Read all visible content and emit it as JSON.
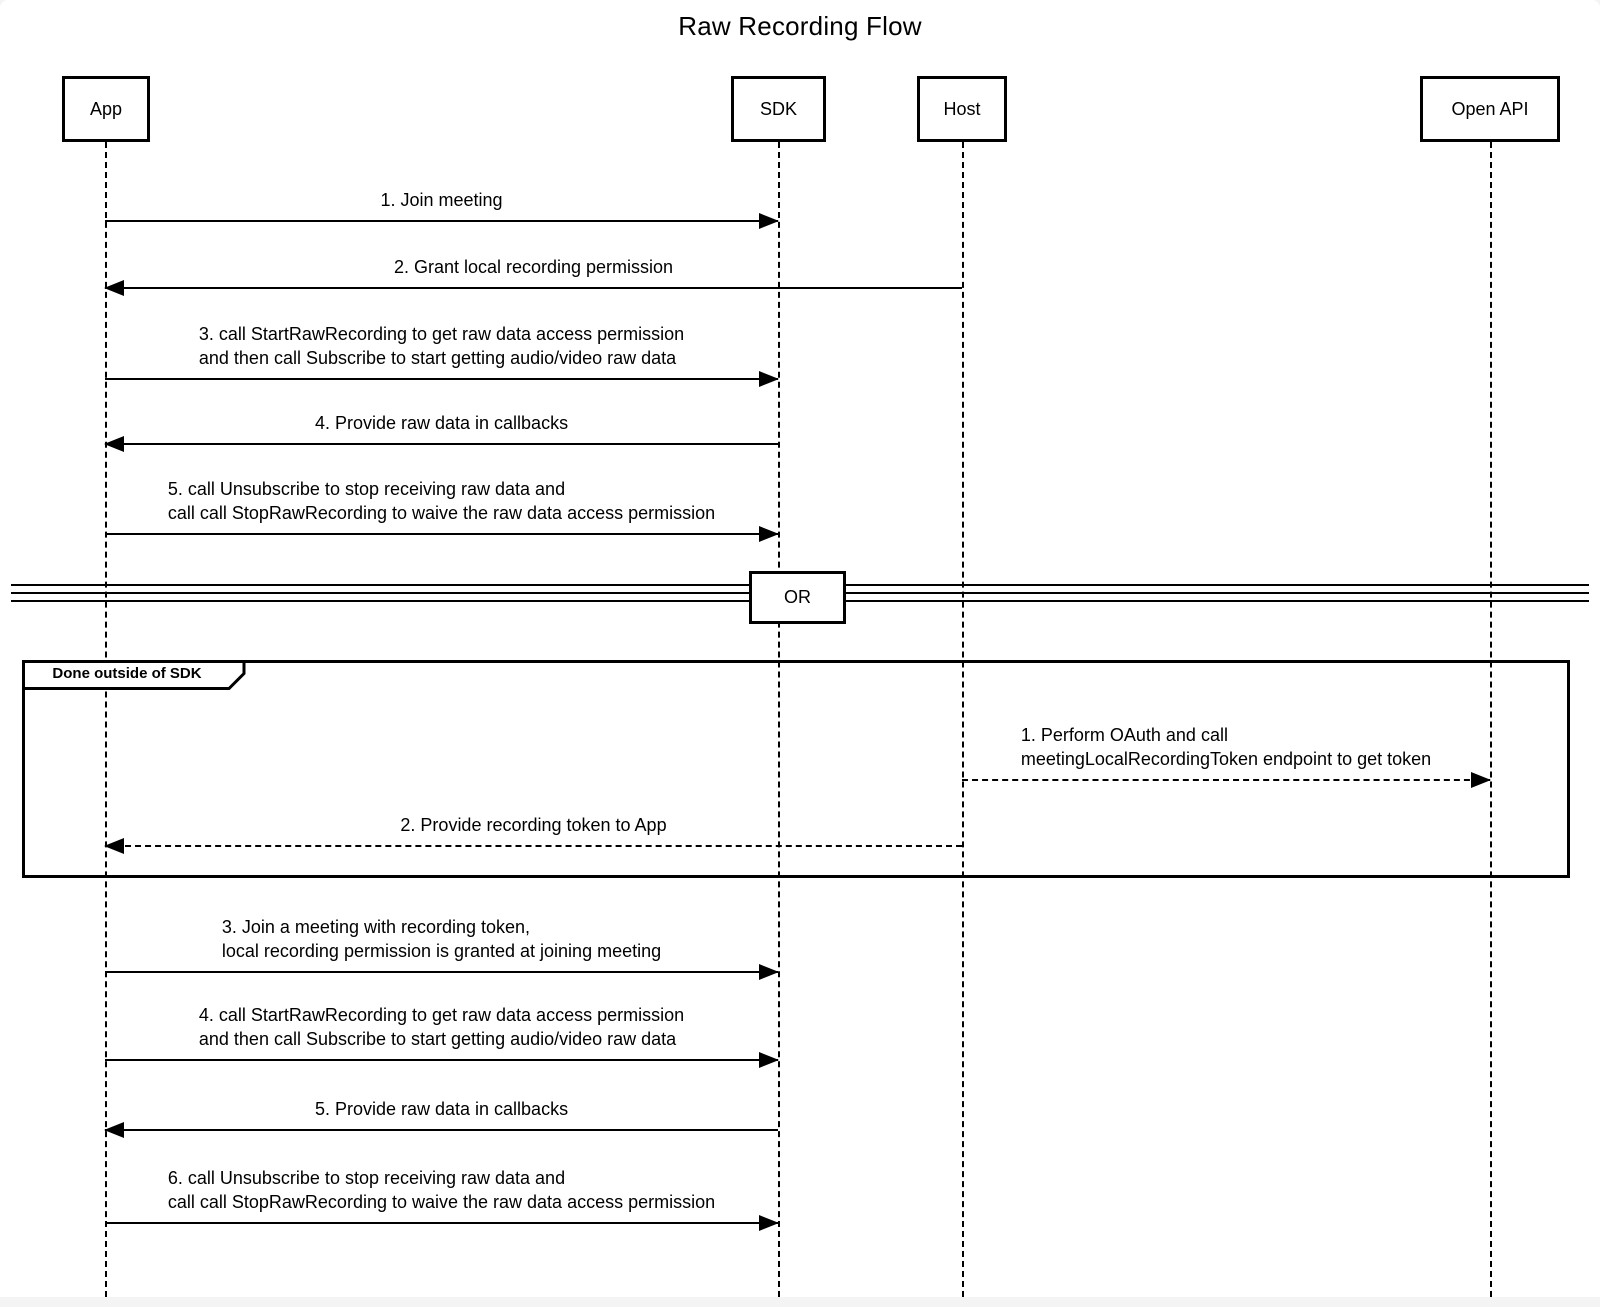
{
  "title": "Raw Recording Flow",
  "colors": {
    "line": "#000000",
    "background": "#ffffff",
    "footer_strip": "#f4f4f5"
  },
  "actors": [
    {
      "label": "App"
    },
    {
      "label": "SDK"
    },
    {
      "label": "Host"
    },
    {
      "label": "Open API"
    }
  ],
  "divider": {
    "label": "OR"
  },
  "frame": {
    "label": "Done outside of SDK"
  },
  "messages": [
    {
      "text": "1. Join meeting",
      "from": "App",
      "to": "SDK",
      "line": "solid"
    },
    {
      "text": "2. Grant local recording permission",
      "from": "Host",
      "to": "App",
      "line": "solid"
    },
    {
      "text": "3. call StartRawRecording to get raw data access permission\nand then call Subscribe to start getting audio/video raw data",
      "from": "App",
      "to": "SDK",
      "line": "solid"
    },
    {
      "text": "4. Provide raw data in callbacks",
      "from": "SDK",
      "to": "App",
      "line": "solid"
    },
    {
      "text": "5. call Unsubscribe to stop receiving raw data and\ncall call StopRawRecording to waive the raw data access permission",
      "from": "App",
      "to": "SDK",
      "line": "solid"
    },
    {
      "text": "1. Perform OAuth and call\nmeetingLocalRecordingToken endpoint to get token",
      "from": "Host",
      "to": "Open API",
      "line": "dashed"
    },
    {
      "text": "2. Provide recording token to App",
      "from": "Host",
      "to": "App",
      "line": "dashed"
    },
    {
      "text": "3. Join a meeting with recording token,\nlocal recording permission is granted at joining meeting",
      "from": "App",
      "to": "SDK",
      "line": "solid"
    },
    {
      "text": "4. call StartRawRecording to get raw data access permission\nand then call Subscribe to start getting audio/video raw data",
      "from": "App",
      "to": "SDK",
      "line": "solid"
    },
    {
      "text": "5. Provide raw data in callbacks",
      "from": "SDK",
      "to": "App",
      "line": "solid"
    },
    {
      "text": "6. call Unsubscribe to stop receiving raw data and\ncall call StopRawRecording to waive the raw data access permission",
      "from": "App",
      "to": "SDK",
      "line": "solid"
    }
  ]
}
